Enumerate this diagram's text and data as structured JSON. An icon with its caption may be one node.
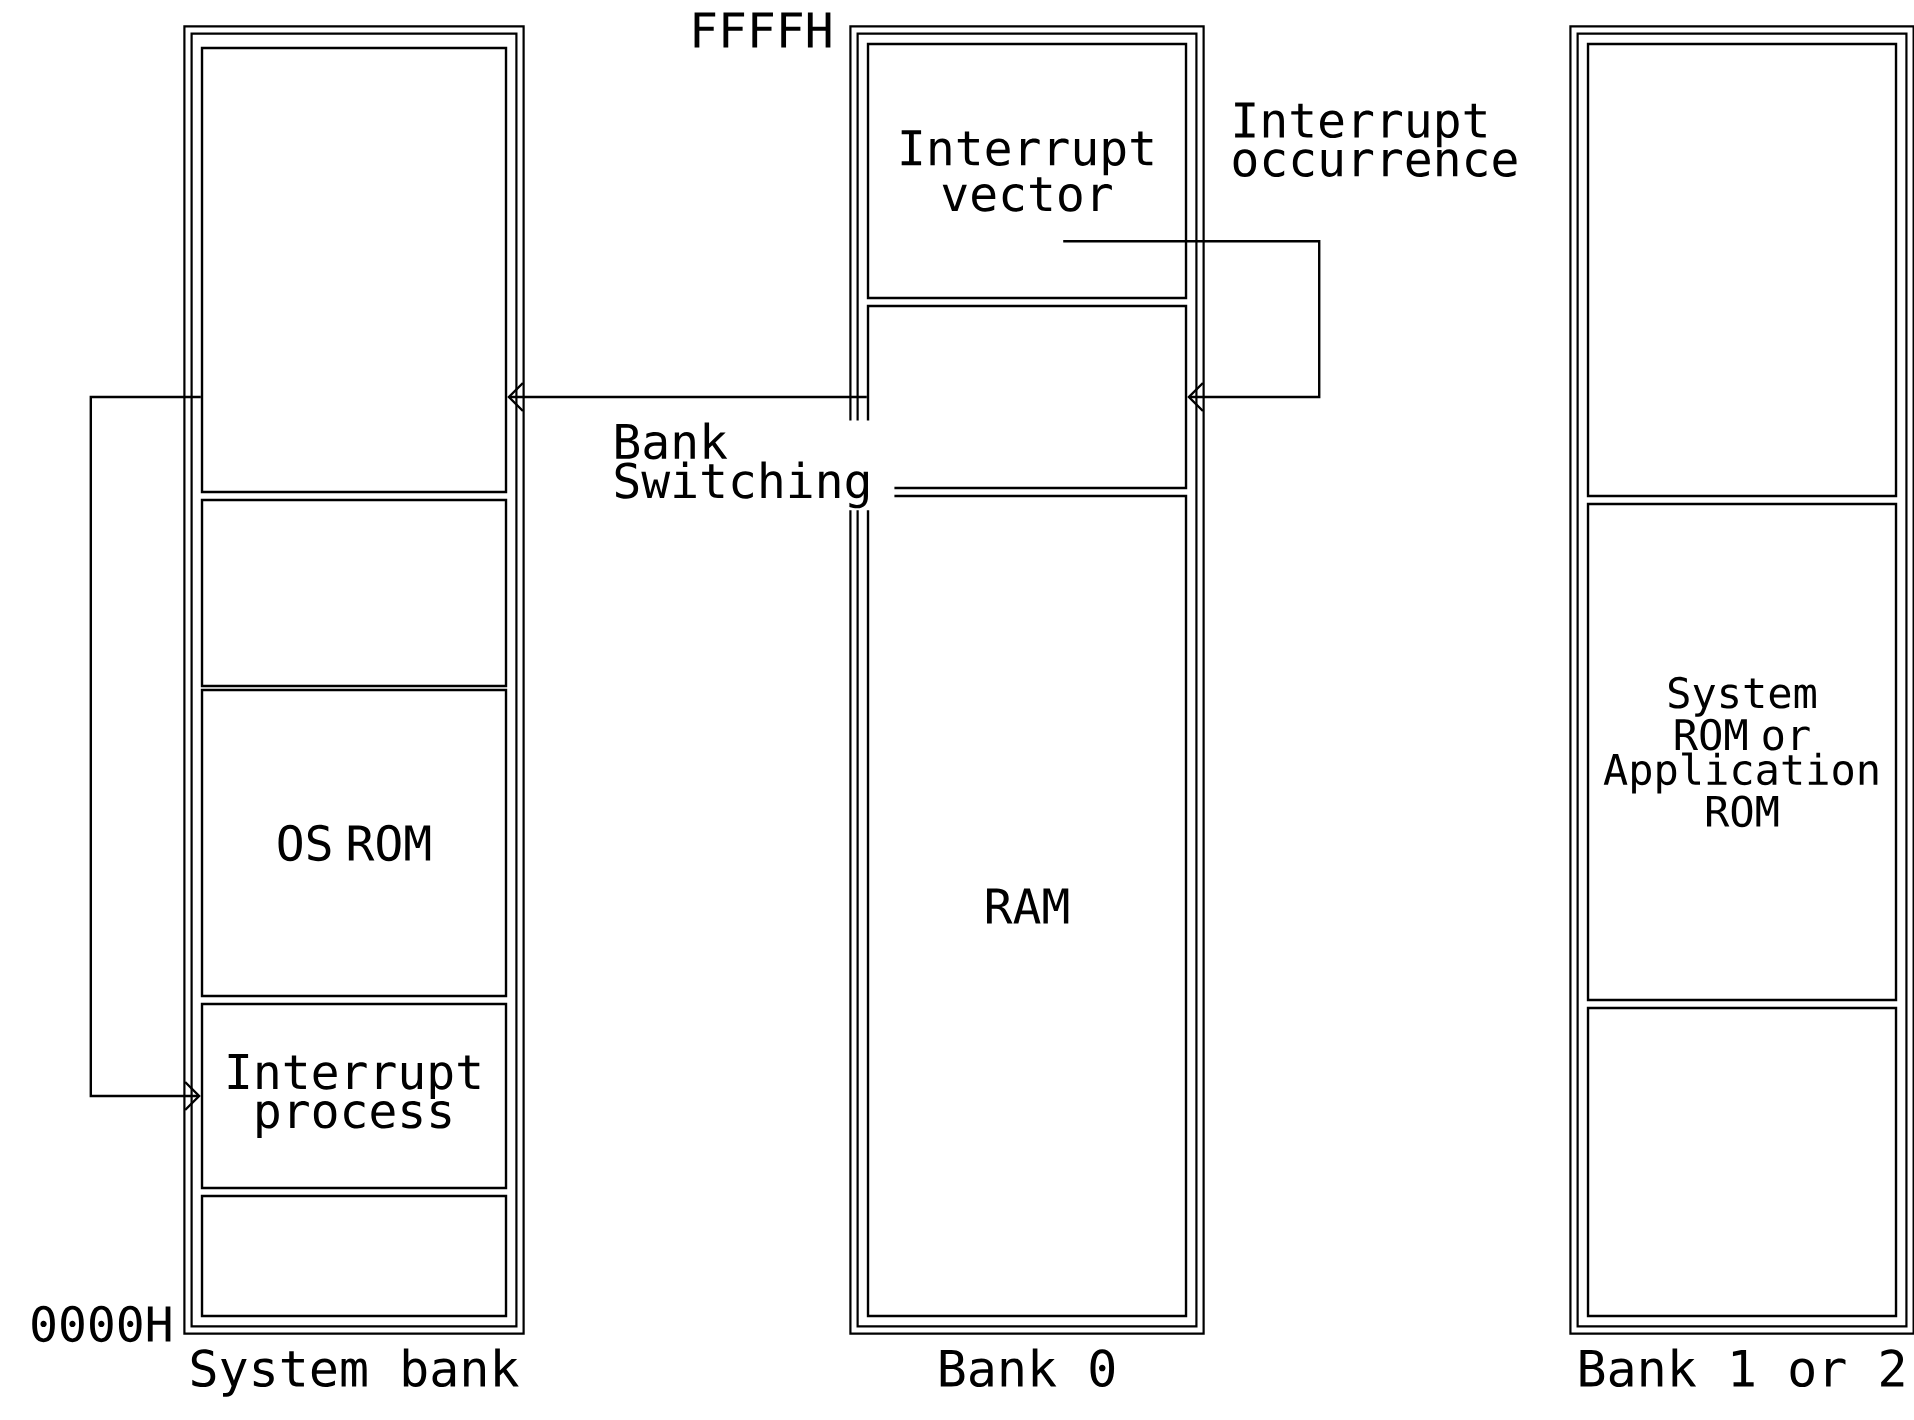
{
  "diagram": {
    "nodes": [
      {
        "text": [
          "System bank"
        ]
      },
      {
        "text": [],
        "shape": "box",
        "in": 0
      },
      {
        "text": [],
        "shape": "box",
        "in": 0
      },
      {
        "text": [
          "OS ROM"
        ],
        "in": 0
      },
      {
        "text": [
          "Interrupt process"
        ],
        "in": 0
      },
      {
        "text": [],
        "shape": "box",
        "in": 0
      },
      {
        "text": [
          "Bank 0"
        ]
      },
      {
        "text": [
          "Interrupt vector"
        ],
        "in": 6
      },
      {
        "text": [],
        "shape": "box",
        "in": 6
      },
      {
        "text": [
          "RAM"
        ],
        "in": 6
      },
      {
        "text": [
          "Bank 1 or 2"
        ]
      },
      {
        "text": [],
        "shape": "box",
        "in": 10
      },
      {
        "text": [
          "System ROM or Application ROM"
        ],
        "in": 10
      },
      {
        "text": [],
        "shape": "box",
        "in": 10
      }
    ],
    "edges": [
      {
        "from": 7,
        "to": 8,
        "arrow": "to",
        "label": "Interrupt occurrence"
      },
      {
        "from": 8,
        "to": 1,
        "arrow": "to",
        "label": "Bank Switching"
      },
      {
        "from": 1,
        "to": 4,
        "arrow": "to"
      }
    ],
    "labels": [
      "FFFFH",
      "0000H"
    ]
  }
}
